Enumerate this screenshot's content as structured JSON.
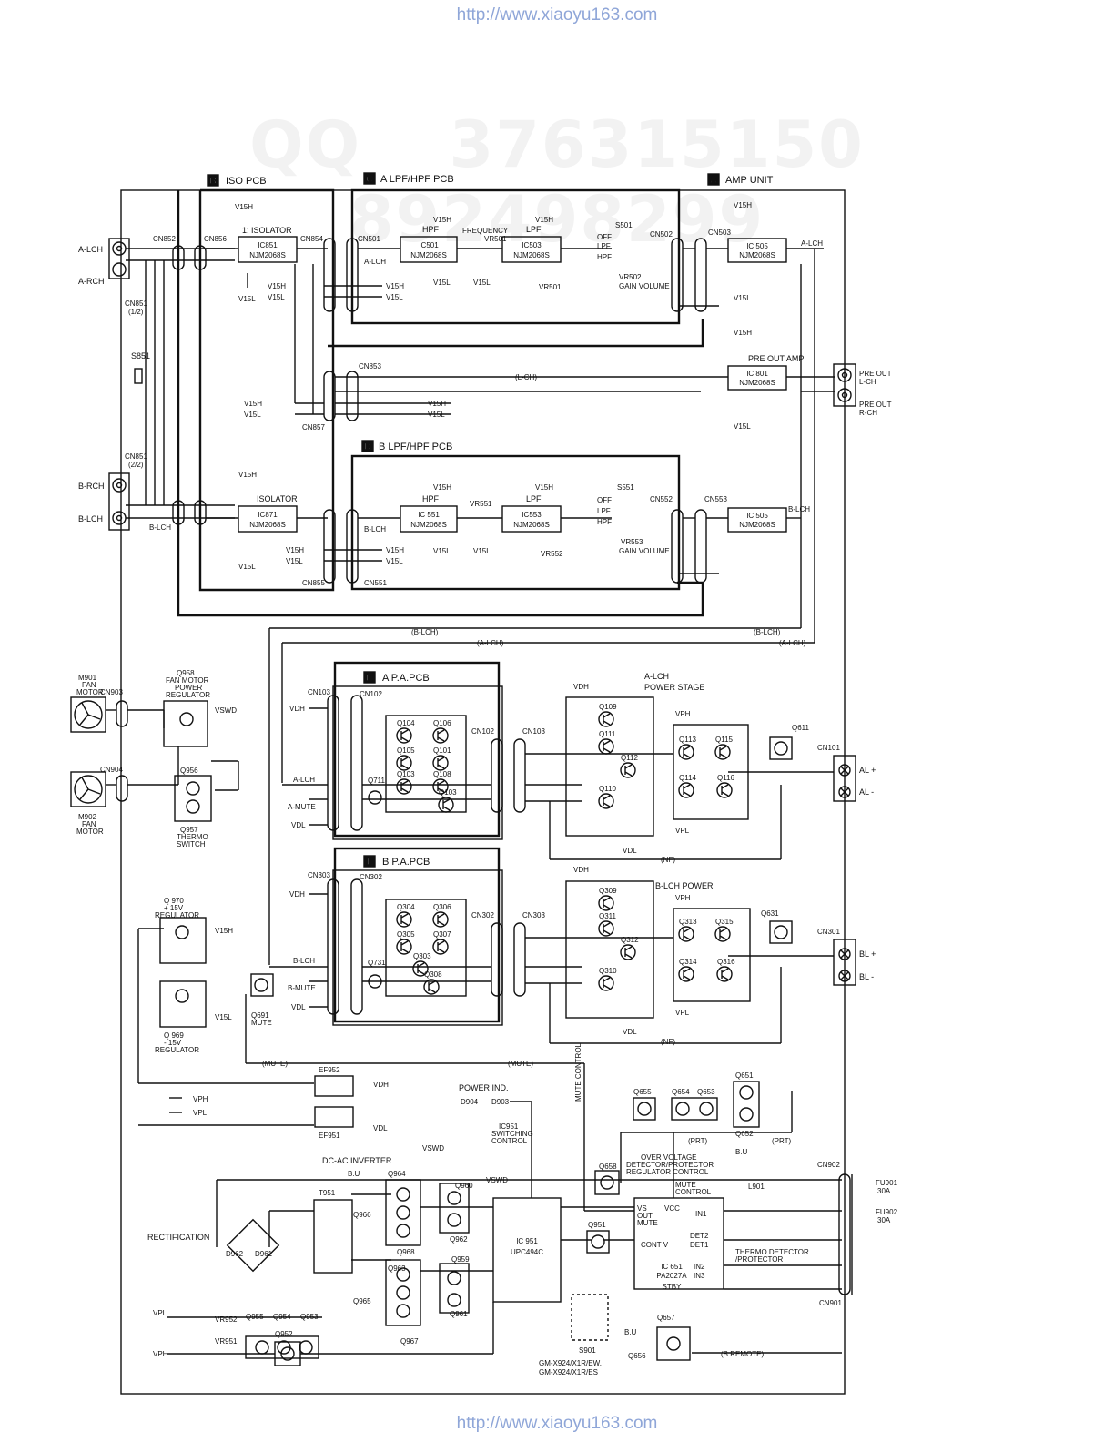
{
  "header_url": "http://www.xiaoyu163.com",
  "footer_url": "http://www.xiaoyu163.com",
  "watermark": "QQ 376315150  892498299",
  "boards": {
    "iso": {
      "letter": "B",
      "name": "ISO PCB"
    },
    "a_filter": {
      "letter": "C",
      "name": "A LPF/HPF PCB"
    },
    "b_filter": {
      "letter": "D",
      "name": "B LPF/HPF PCB"
    },
    "amp": {
      "letter": "A",
      "name": "AMP UNIT"
    },
    "a_pa": {
      "letter": "E",
      "name": "A P.A.PCB"
    },
    "b_pa": {
      "letter": "F",
      "name": "B P.A.PCB"
    }
  },
  "connectors": {
    "cn852": "CN852",
    "cn851a": "CN851",
    "cn851a_sub": "(1/2)",
    "cn851b": "CN851",
    "cn851b_sub": "(2/2)",
    "cn856": "CN856",
    "cn854": "CN854",
    "cn501": "CN501",
    "cn502": "CN502",
    "cn503": "CN503",
    "cn853": "CN853",
    "cn857": "CN857",
    "cn855": "CN855",
    "cn551": "CN551",
    "cn552": "CN552",
    "cn553": "CN553",
    "cn903": "CN903",
    "cn904": "CN904",
    "cn103": "CN103",
    "cn102": "CN102",
    "cn102b": "CN102",
    "cn103b": "CN103",
    "cn303": "CN303",
    "cn302": "CN302",
    "cn302b": "CN302",
    "cn303b": "CN303",
    "cn101": "CN101",
    "cn301": "CN301",
    "cn902": "CN902",
    "cn901": "CN901"
  },
  "inputs": {
    "a_lch": "A-LCH",
    "a_rch": "A-RCH",
    "b_rch": "B-RCH",
    "b_lch": "B-LCH",
    "s851": "S851"
  },
  "ics": {
    "ic851": {
      "ref": "IC851",
      "part": "NJM2068S",
      "title": "1: ISOLATOR"
    },
    "ic871": {
      "ref": "IC871",
      "part": "NJM2068S",
      "title": "ISOLATOR"
    },
    "ic501": {
      "ref": "IC501",
      "part": "NJM2068S",
      "title": "HPF"
    },
    "ic503": {
      "ref": "IC503",
      "part": "NJM2068S",
      "title": "LPF"
    },
    "ic551": {
      "ref": "IC 551",
      "part": "NJM2068S",
      "title": "HPF"
    },
    "ic553": {
      "ref": "IC553",
      "part": "NJM2068S",
      "title": "LPF"
    },
    "ic505a": {
      "ref": "IC 505",
      "part": "NJM2068S"
    },
    "ic505b": {
      "ref": "IC 505",
      "part": "NJM2068S"
    },
    "ic801": {
      "ref": "IC 801",
      "part": "NJM2068S",
      "title": "PRE OUT AMP"
    },
    "ic951": {
      "ref": "IC 951",
      "part": "UPC494C",
      "title": "IC951",
      "title2": "SWITCHING",
      "title3": "CONTROL"
    },
    "ic651": {
      "ref": "IC 651",
      "part": "PA2027A",
      "stby": "STBY"
    }
  },
  "filter_labels": {
    "frequency": "FREQUENCY",
    "vr501": "VR501",
    "vr501b": "VR501",
    "s501": "S501",
    "off": "OFF",
    "lpf": "LPF",
    "hpf": "HPF",
    "vr502": "VR502",
    "gain_volume": "GAIN VOLUME",
    "vr551": "VR551",
    "vr552": "VR552",
    "s551": "S551",
    "vr553": "VR553"
  },
  "rails": {
    "v15h": "V15H",
    "v15l": "V15L",
    "vdh": "VDH",
    "vdl": "VDL",
    "vph": "VPH",
    "vpl": "VPL",
    "vswd": "VSWD",
    "bu": "B.U"
  },
  "signals": {
    "l_ch": "(L-CH)",
    "b_lch": "(B-LCH)",
    "a_lch": "(A-LCH)",
    "a_lch_in": "A-LCH",
    "b_lch_in": "B-LCH",
    "a_mute": "A-MUTE",
    "b_mute": "B-MUTE",
    "mute": "(MUTE)",
    "nf": "(NF)",
    "prt": "(PRT)",
    "b_remote": "(B REMOTE)",
    "mute_control": "MUTE CONTROL"
  },
  "outputs": {
    "pre_out_l": "PRE OUT",
    "pre_out_l2": "L-CH",
    "pre_out_r": "PRE OUT",
    "pre_out_r2": "R-CH",
    "al_plus": "AL +",
    "al_minus": "AL -",
    "bl_plus": "BL +",
    "bl_minus": "BL -"
  },
  "power_stage": {
    "a_title": "A-LCH",
    "a_title2": "POWER STAGE",
    "b_title": "B-LCH POWER"
  },
  "transistors": {
    "a_pa": [
      "Q104",
      "Q106",
      "Q105",
      "Q101",
      "Q103",
      "Q108",
      "Q103"
    ],
    "a_drv": [
      "Q109",
      "Q111",
      "Q112",
      "Q110"
    ],
    "a_out": [
      "Q113",
      "Q115",
      "Q114",
      "Q116"
    ],
    "b_pa": [
      "Q304",
      "Q306",
      "Q305",
      "Q307",
      "Q303",
      "Q308"
    ],
    "b_drv": [
      "Q309",
      "Q311",
      "Q312",
      "Q310"
    ],
    "b_out": [
      "Q313",
      "Q315",
      "Q314",
      "Q316"
    ],
    "q611": "Q611",
    "q631": "Q631",
    "q711": "Q711",
    "q731": "Q731"
  },
  "fans": {
    "m901": "M901",
    "m901_sub": "FAN",
    "m901_sub2": "MOTOR",
    "m902": "M902",
    "m902_sub": "FAN",
    "m902_sub2": "MOTOR",
    "q958": "Q958",
    "q958_t1": "FAN MOTOR",
    "q958_t2": "POWER",
    "q958_t3": "REGULATOR",
    "q956": "Q956",
    "q957": "Q957",
    "thermo": "THERMO",
    "switch": "SWITCH"
  },
  "regulators": {
    "q970": "Q 970",
    "q970_t1": "+ 15V",
    "q970_t2": "REGULATOR",
    "q969": "Q 969",
    "q969_t1": "- 15V",
    "q969_t2": "REGULATOR",
    "q691": "Q691",
    "q691_t": "MUTE"
  },
  "power_supply": {
    "ef952": "EF952",
    "ef951": "EF951",
    "power_ind": "POWER IND.",
    "d904": "D904",
    "d903": "D903",
    "dcac": "DC-AC INVERTER",
    "t951": "T951",
    "rect": "RECTIFICATION",
    "d962": "D962",
    "d961": "D961",
    "q964": "Q964",
    "q966": "Q966",
    "q968": "Q968",
    "q963": "Q963",
    "q965": "Q965",
    "q967": "Q967",
    "q960": "Q960",
    "q962": "Q962",
    "q959": "Q959",
    "q961": "Q961",
    "q951": "Q951",
    "q955": "Q955",
    "q954": "Q954",
    "q953": "Q953",
    "q952": "Q952",
    "vr952": "VR952",
    "vr951": "VR951",
    "s901": "S901",
    "model1": "GM-X924/X1R/EW,",
    "model2": "GM-X924/X1R/ES"
  },
  "protection": {
    "q655": "Q655",
    "q654": "Q654",
    "q653": "Q653",
    "q651": "Q651",
    "q652": "Q652",
    "q658": "Q658",
    "q657": "Q657",
    "q656": "Q656",
    "ovd1": "OVER VOLTAGE",
    "ovd2": "DETECTOR/PROTECTOR",
    "ovd3": "REGULATOR CONTROL",
    "thermo1": "THERMO DETECTOR",
    "thermo2": "/PROTECTOR",
    "vs": "VS",
    "out": "OUT",
    "mute_pin": "MUTE",
    "vcc": "VCC",
    "mute_ctl": "MUTE",
    "mute_ctl2": "CONTROL",
    "in1": "IN1",
    "det2": "DET2",
    "det1": "DET1",
    "contv": "CONT V",
    "in2": "IN2",
    "in3": "IN3",
    "l901": "L901"
  },
  "fuses": {
    "fu901": "FU901",
    "fu901_r": "30A",
    "fu902": "FU902",
    "fu902_r": "30A"
  }
}
